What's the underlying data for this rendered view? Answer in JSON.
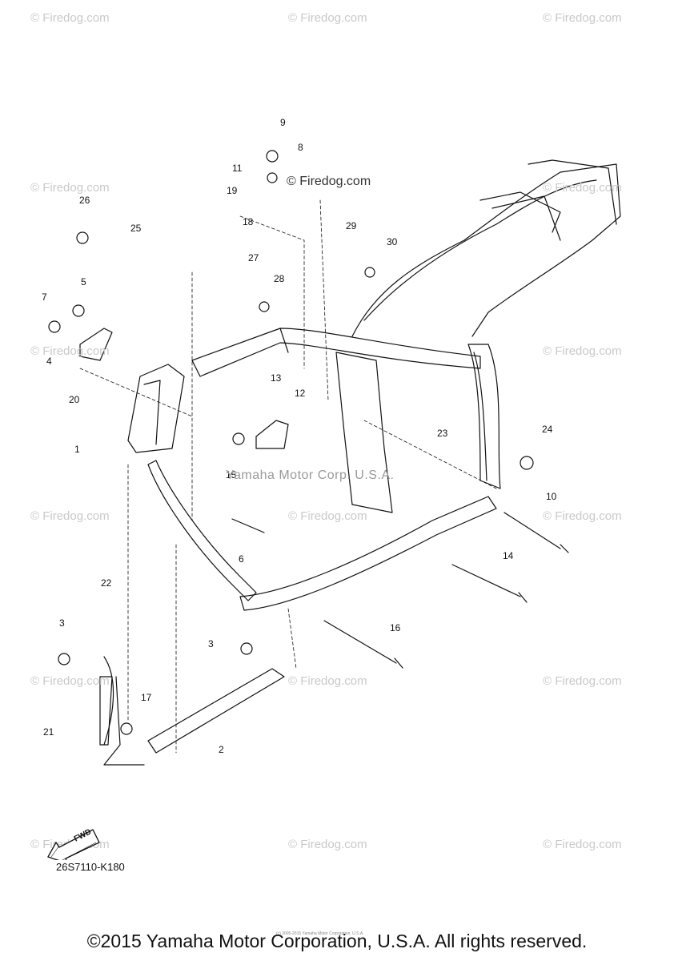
{
  "watermark": "© Firedog.com",
  "center_watermark": "Yamaha Motor Corp. U.S.A.",
  "center_firedog": "© Firedog.com",
  "diagram_code": "26S7110-K180",
  "fwd_label": "FWD",
  "copyright": "©2015 Yamaha Motor Corporation, U.S.A. All rights reserved.",
  "tiny_copyright": "(c) 2005-2015 Yamaha Motor Corporation, U.S.A.",
  "part_numbers": [
    "1",
    "2",
    "3",
    "3",
    "4",
    "5",
    "6",
    "7",
    "8",
    "9",
    "10",
    "11",
    "12",
    "13",
    "14",
    "15",
    "16",
    "17",
    "18",
    "19",
    "20",
    "21",
    "22",
    "23",
    "24",
    "25",
    "26",
    "27",
    "28",
    "29",
    "30"
  ],
  "colors": {
    "line": "#111111",
    "watermark": "#c9c9c9"
  }
}
